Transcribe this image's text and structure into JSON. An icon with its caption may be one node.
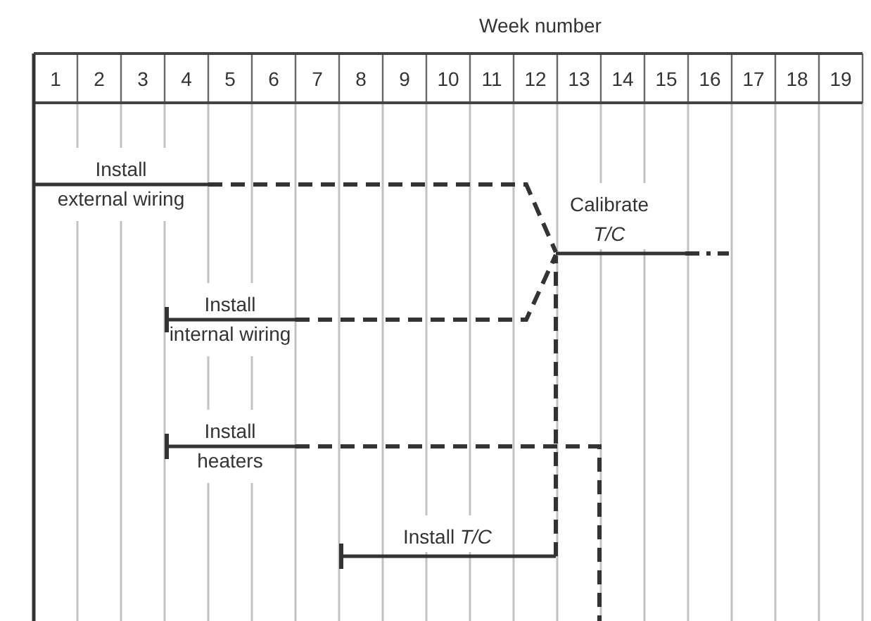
{
  "diagram": {
    "nodes": [
      {
        "text": [
          "Install external wiring"
        ]
      },
      {
        "text": [
          "Calibrate *T/C*"
        ]
      },
      {
        "text": [
          "Install internal wiring"
        ]
      },
      {
        "text": [
          "Install heaters"
        ]
      },
      {
        "text": [
          "Install *T/C*"
        ]
      }
    ],
    "edges": [
      {
        "from": 0,
        "to": 1,
        "arrow": "none",
        "style": "dashed"
      },
      {
        "from": 2,
        "to": 1,
        "arrow": "none",
        "style": "dashed"
      },
      {
        "from": 4,
        "to": 1,
        "arrow": "none",
        "style": "dashed"
      },
      {
        "from": 3,
        "to": null,
        "arrow": "none",
        "style": "dashed"
      }
    ],
    "labels": [
      "Week number",
      "1",
      "2",
      "3",
      "4",
      "5",
      "6",
      "7",
      "8",
      "9",
      "10",
      "11",
      "12",
      "13",
      "14",
      "15",
      "16",
      "17",
      "18",
      "19"
    ]
  }
}
